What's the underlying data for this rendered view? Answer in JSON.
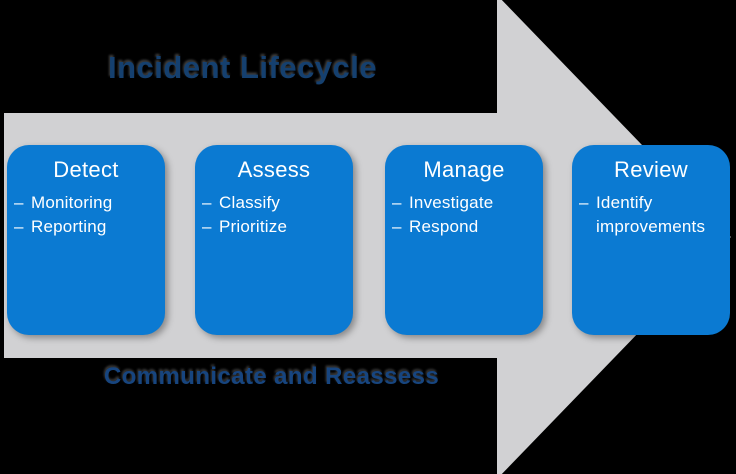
{
  "diagram": {
    "title": "Incident Lifecycle",
    "shape": "right-arrow",
    "bullet": "–",
    "footer_label": "Communicate and Reassess",
    "stages": [
      {
        "name": "Detect",
        "items": [
          "Monitoring",
          "Reporting"
        ]
      },
      {
        "name": "Assess",
        "items": [
          "Classify",
          "Prioritize"
        ]
      },
      {
        "name": "Manage",
        "items": [
          "Investigate",
          "Respond"
        ]
      },
      {
        "name": "Review",
        "items": [
          "Identify improvements"
        ]
      }
    ]
  },
  "colors": {
    "background": "#000000",
    "arrow_gray": "#d1d1d3",
    "box_blue": "#0b7ad2",
    "box_text": "#ffffff",
    "title_navy": "#15406f",
    "footer_navy": "#17457f"
  }
}
